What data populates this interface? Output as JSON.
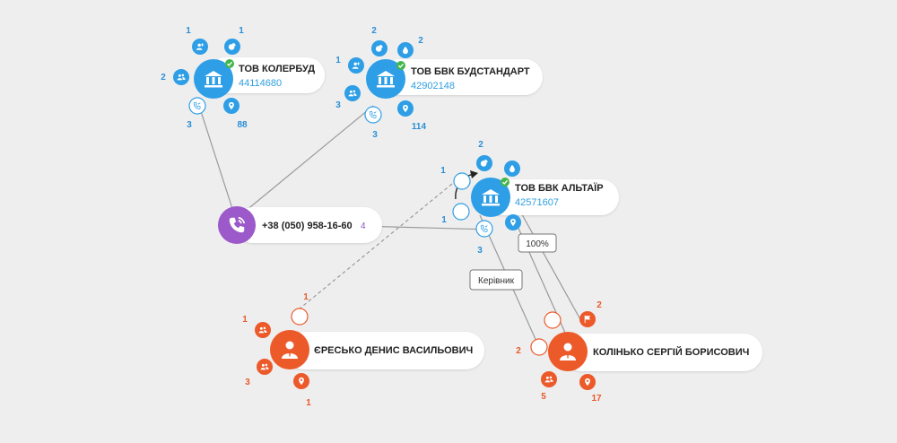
{
  "colors": {
    "company": "#2e9ee6",
    "person": "#ec5a2a",
    "phone": "#9b59c9",
    "verified": "#43b649",
    "edge": "#9a9a9a",
    "background": "#eeeeee"
  },
  "nodes": {
    "kolerbud": {
      "name": "ТОВ КОЛЕРБУД",
      "code": "44114680",
      "counts": {
        "top_left": "1",
        "top_right": "1",
        "left": "2",
        "bottom_left": "3",
        "bottom_right": "88"
      }
    },
    "budstandart": {
      "name": "ТОВ БВК БУДСТАНДАРТ",
      "code": "42902148",
      "counts": {
        "top_left": "1",
        "top": "2",
        "top_right": "2",
        "bottom_left": "3",
        "bottom": "3",
        "bottom_right": "114"
      }
    },
    "altair": {
      "name": "ТОВ БВК АЛЬТАЇР",
      "code": "42571607",
      "counts": {
        "top": "2",
        "left": "1",
        "left_top": "1",
        "bottom": "3"
      }
    },
    "phone": {
      "number": "+38 (050) 958-16-60",
      "count": "4"
    },
    "yeresko": {
      "name": "ЄРЕСЬКО ДЕНИС ВАСИЛЬОВИЧ",
      "counts": {
        "top": "1",
        "left": "1",
        "bottom_left": "3",
        "bottom": "1"
      }
    },
    "kolinko": {
      "name": "КОЛІНЬКО СЕРГІЙ БОРИСОВИЧ",
      "counts": {
        "top_right": "2",
        "left": "2",
        "bottom_left": "5",
        "bottom_right": "17"
      }
    }
  },
  "edge_labels": {
    "share": "100%",
    "director": "Керівник"
  }
}
